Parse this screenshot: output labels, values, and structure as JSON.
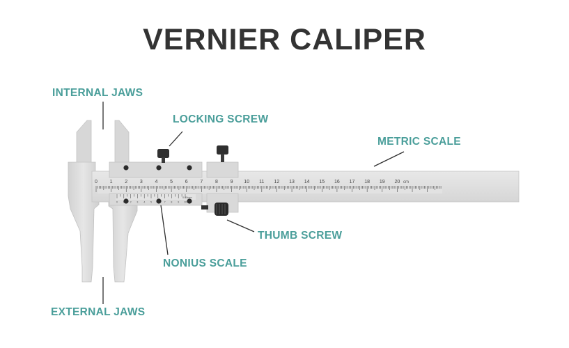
{
  "title": "VERNIER CALIPER",
  "callout_color": "#4a9e9a",
  "labels": {
    "internal_jaws": "INTERNAL JAWS",
    "locking_screw": "LOCKING SCREW",
    "metric_scale": "METRIC SCALE",
    "thumb_screw": "THUMB SCREW",
    "nonius_scale": "NONIUS SCALE",
    "external_jaws": "EXTERNAL JAWS"
  },
  "main_scale": {
    "numbers": [
      "0",
      "1",
      "2",
      "3",
      "4",
      "5",
      "6",
      "7",
      "8",
      "9",
      "10",
      "11",
      "12",
      "13",
      "14",
      "15",
      "16",
      "17",
      "18",
      "19",
      "20"
    ],
    "unit": "cm"
  },
  "vernier_scale": {
    "numbers": [
      "0",
      "1",
      "2",
      "3",
      "4",
      "5",
      "6",
      "7",
      "8",
      "9",
      "10"
    ],
    "mark": "0.05mm"
  }
}
